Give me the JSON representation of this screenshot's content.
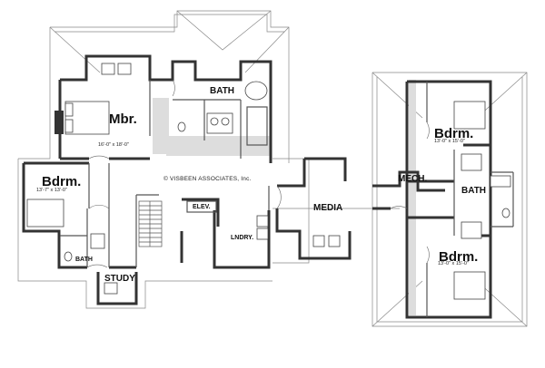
{
  "plan": {
    "copyright": "© VISBEEN ASSOCIATES, Inc.",
    "rooms": {
      "master": {
        "name": "Mbr.",
        "size": "16'-0\" x 18'-0\""
      },
      "bath_master": {
        "name": "BATH"
      },
      "bedroom_left": {
        "name": "Bdrm.",
        "size": "13'-7\" x 13'-0\""
      },
      "bath_left": {
        "name": "BATH"
      },
      "study": {
        "name": "STUDY"
      },
      "elevator": {
        "name": "ELEV."
      },
      "laundry": {
        "name": "LNDRY."
      },
      "media": {
        "name": "MEDIA"
      },
      "mech": {
        "name": "MECH."
      },
      "bedroom_right_top": {
        "name": "Bdrm.",
        "size": "13'-0\" x 15'-0\""
      },
      "bath_right": {
        "name": "BATH"
      },
      "bedroom_right_bottom": {
        "name": "Bdrm.",
        "size": "13'-0\" x 15'-0\""
      }
    }
  },
  "colors": {
    "wall": "#333333",
    "thin_line": "#777777",
    "floor_hatch": "#bbbbbb",
    "background": "#ffffff"
  }
}
